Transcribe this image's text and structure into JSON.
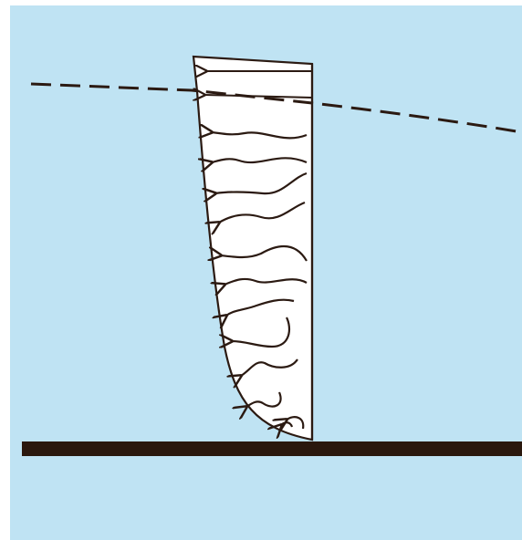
{
  "diagram": {
    "colors": {
      "page_background": "#ffffff",
      "panel_background": "#bfe3f3",
      "profile_fill": "#ffffff",
      "ink": "#2b1a12",
      "ground": "#2a180e"
    },
    "elements": {
      "boundary_layer_line": "dashed",
      "velocity_profile": "outlined",
      "flow_arrows_count": 12,
      "ground_surface": "solid-bar"
    }
  }
}
